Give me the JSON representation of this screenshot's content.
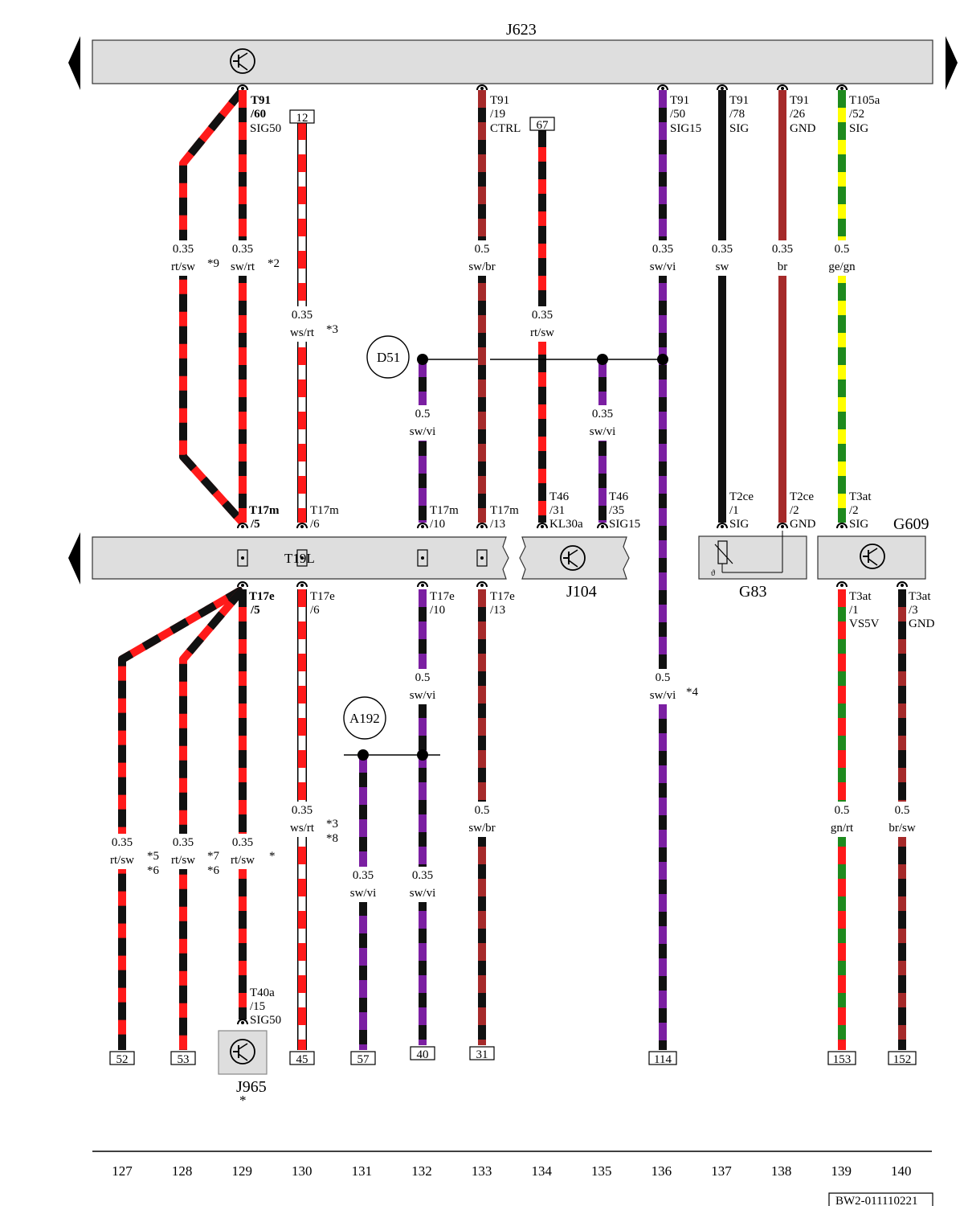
{
  "diagram_id": "BW2-011110221",
  "components": {
    "J623": "J623",
    "T19L": "T19L",
    "J104": "J104",
    "G83": "G83",
    "G609": "G609",
    "J965": "J965",
    "J965_note": "*",
    "D51": "D51",
    "A192": "A192"
  },
  "columns": [
    "127",
    "128",
    "129",
    "130",
    "131",
    "132",
    "133",
    "134",
    "135",
    "136",
    "137",
    "138",
    "139",
    "140"
  ],
  "connectors": {
    "t91_60": [
      "T91",
      "/60",
      "SIG50"
    ],
    "t91_19": [
      "T91",
      "/19",
      "CTRL"
    ],
    "t91_50": [
      "T91",
      "/50",
      "SIG15"
    ],
    "t91_78": [
      "T91",
      "/78",
      "SIG"
    ],
    "t91_26": [
      "T91",
      "/26",
      "GND"
    ],
    "t105a_52": [
      "T105a",
      "/52",
      "SIG"
    ],
    "t17m_5": [
      "T17m",
      "/5"
    ],
    "t17m_6": [
      "T17m",
      "/6"
    ],
    "t17m_10": [
      "T17m",
      "/10"
    ],
    "t17m_13": [
      "T17m",
      "/13"
    ],
    "t46_31": [
      "T46",
      "/31",
      "KL30a"
    ],
    "t46_35": [
      "T46",
      "/35",
      "SIG15"
    ],
    "t2ce_1": [
      "T2ce",
      "/1",
      "SIG"
    ],
    "t2ce_2": [
      "T2ce",
      "/2",
      "GND"
    ],
    "t3at_2": [
      "T3at",
      "/2",
      "SIG"
    ],
    "t17e_5": [
      "T17e",
      "/5"
    ],
    "t17e_6": [
      "T17e",
      "/6"
    ],
    "t17e_10": [
      "T17e",
      "/10"
    ],
    "t17e_13": [
      "T17e",
      "/13"
    ],
    "t3at_1": [
      "T3at",
      "/1",
      "VS5V"
    ],
    "t3at_3": [
      "T3at",
      "/3",
      "GND"
    ],
    "t40a_15": [
      "T40a",
      "/15",
      "SIG50"
    ]
  },
  "wire_labels": {
    "w127": [
      "0.35",
      "rt/sw"
    ],
    "w128": [
      "0.35",
      "rt/sw"
    ],
    "w129": [
      "0.35",
      "rt/sw"
    ],
    "w130_low": [
      "0.35",
      "ws/rt"
    ],
    "w131": [
      "0.35",
      "sw/vi"
    ],
    "w132_mid": [
      "0.5",
      "sw/vi"
    ],
    "w132_low": [
      "0.35",
      "sw/vi"
    ],
    "w133_low": [
      "0.5",
      "sw/br"
    ],
    "w136_low": [
      "0.5",
      "sw/vi"
    ],
    "w139_low": [
      "0.5",
      "gn/rt"
    ],
    "w140_low": [
      "0.5",
      "br/sw"
    ],
    "u128": [
      "0.35",
      "rt/sw"
    ],
    "u129": [
      "0.35",
      "sw/rt"
    ],
    "u130": [
      "0.35",
      "ws/rt"
    ],
    "u132": [
      "0.5",
      "sw/vi"
    ],
    "u133": [
      "0.5",
      "sw/br"
    ],
    "u134": [
      "0.35",
      "rt/sw"
    ],
    "u135": [
      "0.35",
      "sw/vi"
    ],
    "u136": [
      "0.35",
      "sw/vi"
    ],
    "u137": [
      "0.35",
      "sw"
    ],
    "u138": [
      "0.35",
      "br"
    ],
    "u139": [
      "0.5",
      "ge/gn"
    ]
  },
  "footnotes": {
    "n9": "*9",
    "n2": "*2",
    "n3_upper": "*3",
    "n4": "*4",
    "n5": "*5",
    "n6a": "*6",
    "n7": "*7",
    "n6b": "*6",
    "n_star": "*",
    "n3_lower": "*3",
    "n8": "*8"
  },
  "terminal_numbers": {
    "top_12": "12",
    "top_67": "67",
    "b52": "52",
    "b53": "53",
    "b45": "45",
    "b57": "57",
    "b40": "40",
    "b31": "31",
    "b114": "114",
    "b153": "153",
    "b152": "152"
  },
  "wire_colors": {
    "rt": "#ff1a1a",
    "sw": "#111111",
    "ws": "#ffffff",
    "br": "#a52a2a",
    "vi": "#7b1fa2",
    "ge": "#ffff00",
    "gn": "#1e8a1e"
  }
}
